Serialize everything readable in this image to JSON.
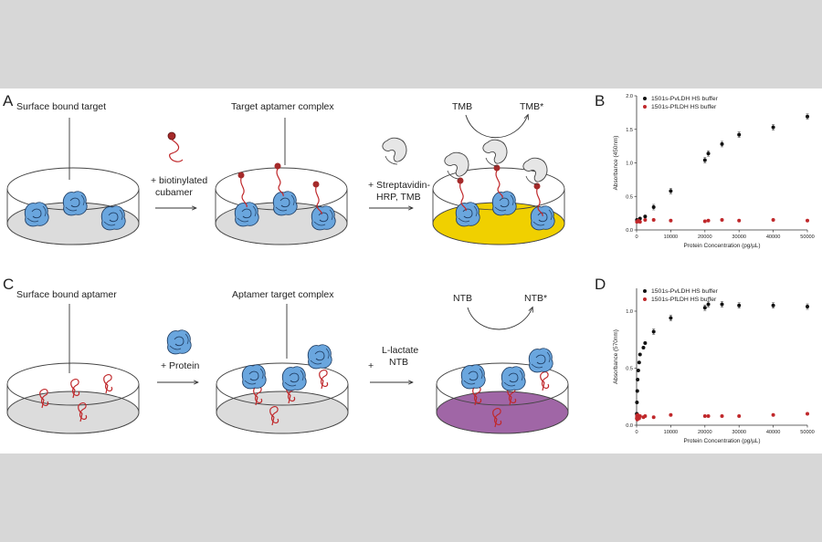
{
  "panels": {
    "a": "A",
    "b": "B",
    "c": "C",
    "d": "D"
  },
  "row_a": {
    "step1": "Surface bound target",
    "step2": "Target aptamer complex",
    "reagent1_line1": "+ biotinylated",
    "reagent1_line2": "cubamer",
    "reagent2_line1": "+ Streptavidin-",
    "reagent2_line2": "HRP, TMB",
    "substrate": "TMB",
    "product": "TMB*"
  },
  "row_c": {
    "step1": "Surface bound aptamer",
    "step2": "Aptamer target complex",
    "reagent1": "+  Protein",
    "reagent2_prefix": "+",
    "reagent2_line1": "L-lactate",
    "reagent2_line2": "NTB",
    "substrate": "NTB",
    "product": "NTB*"
  },
  "colors": {
    "yellow_substrate": "#f0d000",
    "purple_substrate": "#a066a6",
    "aptamer": "#c0282b",
    "protein": "#5b9bd5"
  },
  "chart_data": [
    {
      "type": "scatter",
      "panel": "B",
      "xlabel": "Protein Concentration (pg/µL)",
      "ylabel": "Absorbance (450nm)",
      "xlim": [
        0,
        50000
      ],
      "ylim": [
        0,
        2.0
      ],
      "xticks": [
        "0",
        "10000",
        "20000",
        "30000",
        "40000",
        "50000"
      ],
      "yticks": [
        "0.0",
        "0.5",
        "1.0",
        "1.5",
        "2.0"
      ],
      "legend": "top-left",
      "series": [
        {
          "name": "1501s-PvLDH HS buffer",
          "color": "#111111",
          "x": [
            100,
            500,
            1000,
            2500,
            5000,
            10000,
            20000,
            21000,
            25000,
            30000,
            40000,
            50000
          ],
          "y": [
            0.15,
            0.13,
            0.17,
            0.2,
            0.34,
            0.58,
            1.04,
            1.14,
            1.28,
            1.42,
            1.53,
            1.69
          ]
        },
        {
          "name": "1501s-PfLDH HS buffer",
          "color": "#c0282b",
          "x": [
            100,
            500,
            1000,
            2500,
            5000,
            10000,
            20000,
            21000,
            25000,
            30000,
            40000,
            50000
          ],
          "y": [
            0.12,
            0.14,
            0.12,
            0.15,
            0.15,
            0.14,
            0.13,
            0.14,
            0.15,
            0.14,
            0.15,
            0.14
          ]
        }
      ]
    },
    {
      "type": "scatter",
      "panel": "D",
      "xlabel": "Protein Concentration (pg/µL)",
      "ylabel": "Absorbance (570nm)",
      "xlim": [
        0,
        50000
      ],
      "ylim": [
        0,
        1.2
      ],
      "xticks": [
        "0",
        "10000",
        "20000",
        "30000",
        "40000",
        "50000"
      ],
      "yticks": [
        "0.0",
        "0.5",
        "1.0"
      ],
      "legend": "top-left",
      "series": [
        {
          "name": "1501s-PvLDH HS buffer",
          "color": "#111111",
          "x": [
            50,
            100,
            200,
            300,
            500,
            750,
            1000,
            2000,
            2500,
            5000,
            10000,
            20000,
            21000,
            25000,
            30000,
            40000,
            50000
          ],
          "y": [
            0.1,
            0.2,
            0.3,
            0.4,
            0.48,
            0.55,
            0.62,
            0.68,
            0.72,
            0.82,
            0.94,
            1.03,
            1.06,
            1.06,
            1.05,
            1.05,
            1.04
          ]
        },
        {
          "name": "1501s-PfLDH HS buffer",
          "color": "#c0282b",
          "x": [
            50,
            100,
            200,
            300,
            500,
            750,
            1000,
            2000,
            2500,
            5000,
            10000,
            20000,
            21000,
            25000,
            30000,
            40000,
            50000
          ],
          "y": [
            0.06,
            0.08,
            0.05,
            0.09,
            0.07,
            0.06,
            0.08,
            0.07,
            0.08,
            0.07,
            0.09,
            0.08,
            0.08,
            0.08,
            0.08,
            0.09,
            0.1
          ]
        }
      ]
    }
  ]
}
